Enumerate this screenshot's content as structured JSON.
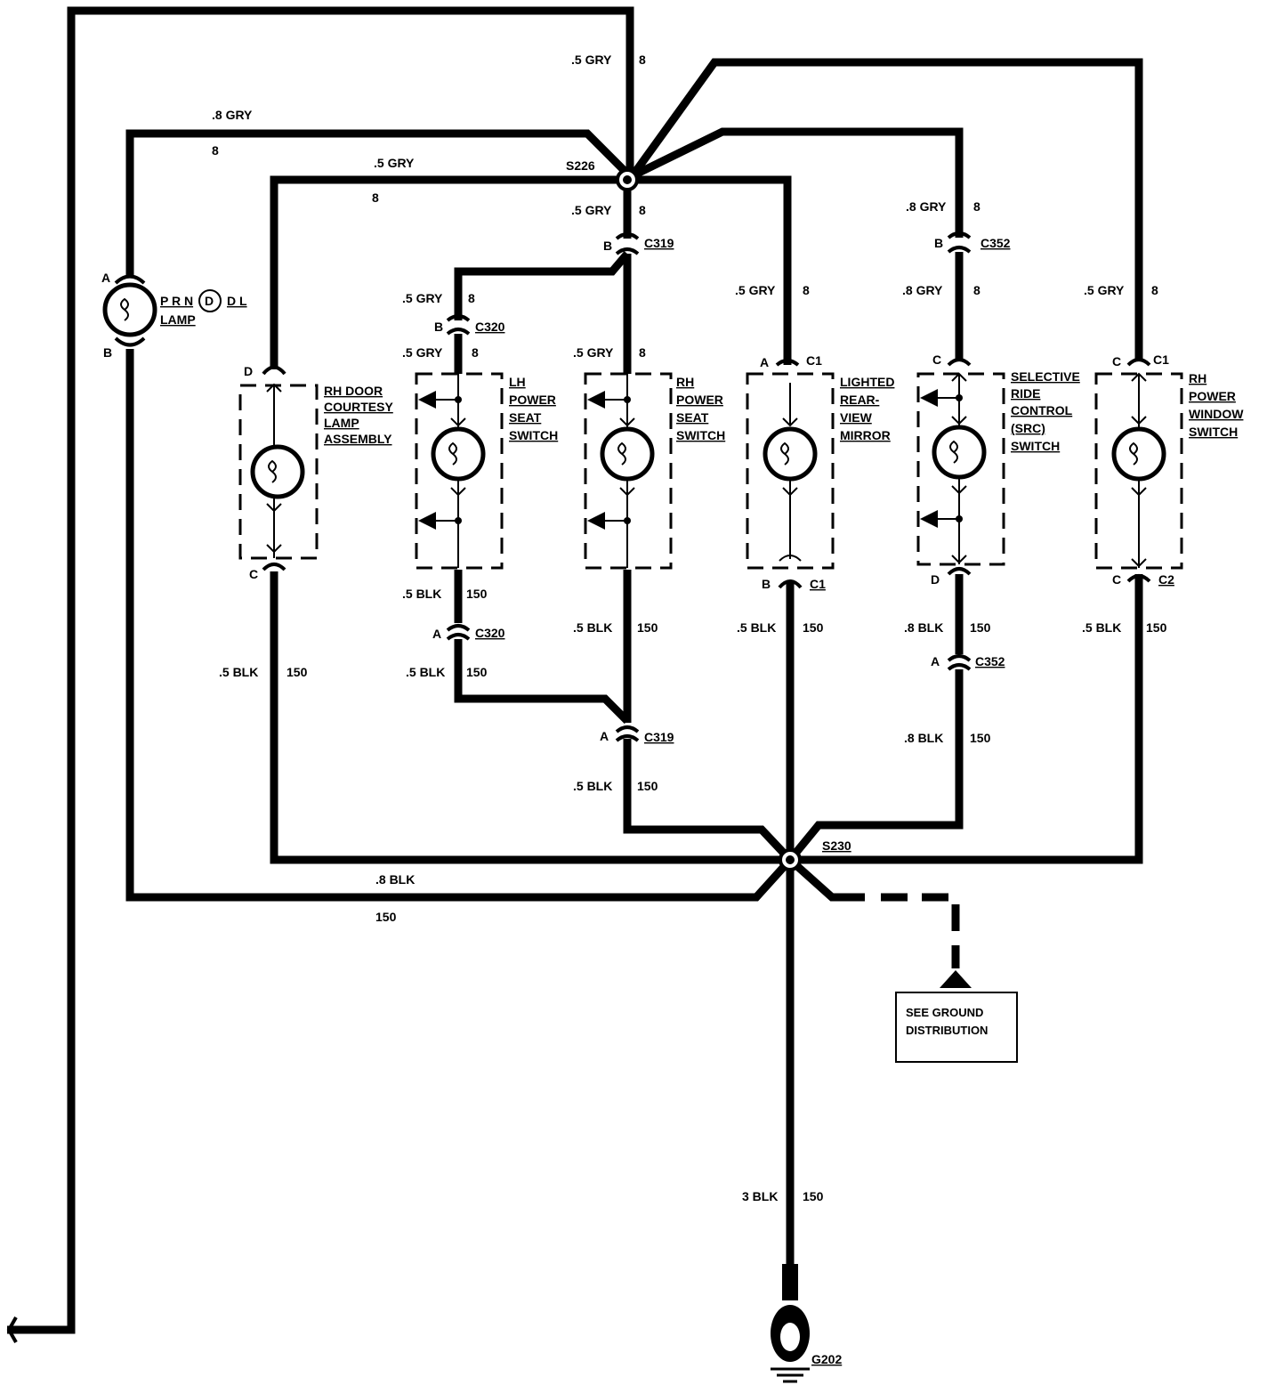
{
  "splices": {
    "s226": "S226",
    "s230": "S230"
  },
  "ground": {
    "id": "G202"
  },
  "note": {
    "line1": "SEE GROUND",
    "line2": "DISTRIBUTION"
  },
  "prndl": {
    "letters": "P R N",
    "circled": "D",
    "tail": "D L",
    "word": "LAMP",
    "pin_a": "A",
    "pin_b": "B"
  },
  "wires": {
    "top_main": ".5 GRY",
    "top_main_ckt": "8",
    "left_outer": ".8 GRY",
    "left_outer_ckt": "8",
    "door_feed": ".5 GRY",
    "door_feed_ckt": "8",
    "s226_down": ".5 GRY",
    "s226_down_ckt": "8",
    "lhseat_in1": ".5 GRY",
    "lhseat_in1_ckt": "8",
    "lhseat_in2": ".5 GRY",
    "lhseat_in2_ckt": "8",
    "rhseat_in": ".5 GRY",
    "rhseat_in_ckt": "8",
    "mirror_in": ".5 GRY",
    "mirror_in_ckt": "8",
    "src_in1": ".8 GRY",
    "src_in1_ckt": "8",
    "src_in2": ".8  GRY",
    "src_in2_ckt": "8",
    "win_in": ".5 GRY",
    "win_in_ckt": "8",
    "door_out": ".5 BLK",
    "door_out_ckt": "150",
    "lhseat_out1": ".5 BLK",
    "lhseat_out1_ckt": "150",
    "lhseat_out2": ".5 BLK",
    "lhseat_out2_ckt": "150",
    "rhseat_out": ".5 BLK",
    "rhseat_out_ckt": "150",
    "c319_out": ".5 BLK",
    "c319_out_ckt": "150",
    "mirror_out": ".5 BLK",
    "mirror_out_ckt": "150",
    "src_out1": ".8 BLK",
    "src_out1_ckt": "150",
    "src_out2": ".8 BLK",
    "src_out2_ckt": "150",
    "win_out": ".5 BLK",
    "win_out_ckt": "150",
    "prndl_gnd": ".8 BLK",
    "prndl_gnd_ckt": "150",
    "main_gnd": "3 BLK",
    "main_gnd_ckt": "150"
  },
  "connectors": {
    "c319_top": {
      "name": "C319",
      "pin": "B"
    },
    "c319_bot": {
      "name": "C319",
      "pin": "A"
    },
    "c320_top": {
      "name": "C320",
      "pin": "B"
    },
    "c320_bot": {
      "name": "C320",
      "pin": "A"
    },
    "c352_top": {
      "name": "C352",
      "pin": "B"
    },
    "c352_bot": {
      "name": "C352",
      "pin": "A"
    },
    "door_top_pin": "D",
    "door_bot_pin": "C",
    "mirror_top": {
      "name": "C1",
      "pin": "A"
    },
    "mirror_bot": {
      "name": "C1",
      "pin": "B"
    },
    "src_top_pin": "C",
    "src_bot_pin": "D",
    "win_top": {
      "name": "C1",
      "pin": "C"
    },
    "win_bot": {
      "name": "C2",
      "pin": "C"
    }
  },
  "components": {
    "door": [
      "RH DOOR",
      "COURTESY",
      "LAMP",
      "ASSEMBLY"
    ],
    "lhseat": [
      "LH",
      "POWER",
      "SEAT",
      "SWITCH"
    ],
    "rhseat": [
      "RH",
      "POWER",
      "SEAT",
      "SWITCH"
    ],
    "mirror": [
      "LIGHTED",
      "REAR-",
      "VIEW",
      "MIRROR"
    ],
    "src": [
      "SELECTIVE",
      "RIDE",
      "CONTROL",
      "(SRC)",
      "SWITCH"
    ],
    "window": [
      "RH",
      "POWER",
      "WINDOW",
      "SWITCH"
    ]
  }
}
